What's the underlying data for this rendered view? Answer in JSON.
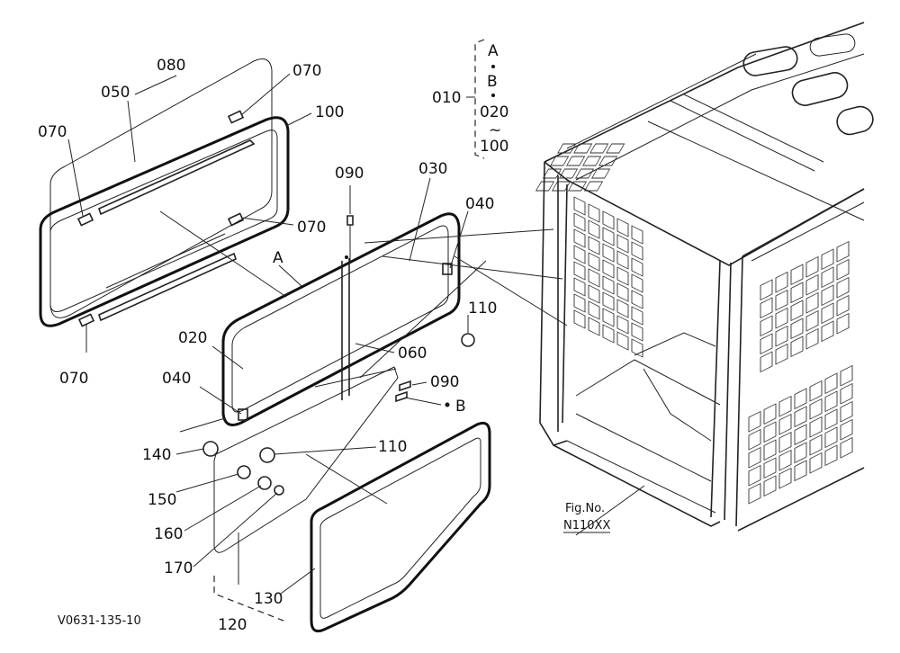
{
  "diagram": {
    "labels": {
      "p010": "010",
      "groupA": "A",
      "groupB": "B",
      "p020a": "020",
      "tilde": "~",
      "p100a": "100",
      "p080": "080",
      "p050": "050",
      "p070a": "070",
      "p070b": "070",
      "p070c": "070",
      "p070d": "070",
      "p100": "100",
      "p090a": "090",
      "p030": "030",
      "p040a": "040",
      "calloutA": "A",
      "p110a": "110",
      "p020": "020",
      "p060": "060",
      "p040b": "040",
      "p090b": "090",
      "calloutB": "B",
      "p140": "140",
      "p110b": "110",
      "p150": "150",
      "p160": "160",
      "p170": "170",
      "p130": "130",
      "p120": "120",
      "figNo": "Fig.No.",
      "figCode": "N110XX",
      "drawingId": "V0631-135-10"
    }
  }
}
